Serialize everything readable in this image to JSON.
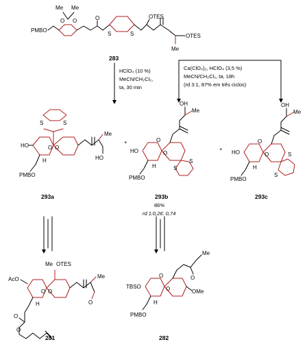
{
  "compounds": {
    "c283": {
      "id": "283",
      "labels": {
        "pmbo": "PMBO",
        "me1": "Me",
        "me2": "Me",
        "o1": "O",
        "o2": "O",
        "o3": "O",
        "s1": "S",
        "s2": "S",
        "otes1": "OTES",
        "otes2": "OTES",
        "me3": "Me"
      }
    },
    "c293a": {
      "id": "293a",
      "labels": {
        "ho": "HO",
        "s1": "S",
        "s2": "S",
        "o1": "O",
        "o2": "O",
        "h": "H",
        "pmbo": "PMBO",
        "me": "Me",
        "oh": "HO"
      }
    },
    "c293b": {
      "id": "293b",
      "labels": {
        "ho": "HO",
        "o1": "O",
        "o2": "O",
        "h": "H",
        "pmbo": "PMBO",
        "s1": "S",
        "s2": "S",
        "oh": "OH",
        "me": "Me"
      }
    },
    "c293c": {
      "id": "293c",
      "labels": {
        "ho": "HO",
        "o1": "O",
        "o2": "O",
        "h": "H",
        "pmbo": "PMBO",
        "s1": "S",
        "s2": "S",
        "oh": "OH",
        "me": "Me"
      }
    },
    "c281": {
      "id": "281",
      "labels": {
        "aco": "AcO",
        "me": "Me",
        "otes": "OTES",
        "o1": "O",
        "o2": "O",
        "h": "H",
        "me2": "Me",
        "o3": "O",
        "o4": "O",
        "o5": "O"
      }
    },
    "c282": {
      "id": "282",
      "labels": {
        "tbso": "TBSO",
        "me": "Me",
        "o1": "O",
        "o2": "O",
        "o3": "O",
        "h": "H",
        "ome": "OMe",
        "pmbo": "PMBO"
      }
    }
  },
  "conditions": {
    "left": {
      "line1": "HClO₄ (10 %)",
      "line2": "MeCN/CH₂Cl₂,",
      "line3": "ta, 30 min"
    },
    "right": {
      "line1": "Ca(ClO₄)₂, HClO₄ (3,5 %)",
      "line2": "MeCN/CH₂Cl₂, ta, 18h",
      "line3": "(rd 3:1, 87% em três ciclos)"
    }
  },
  "plus1": "+",
  "plus2": "+",
  "yield_293b": "86%",
  "ratio_293b": "rd 1:0,26: 0,74"
}
